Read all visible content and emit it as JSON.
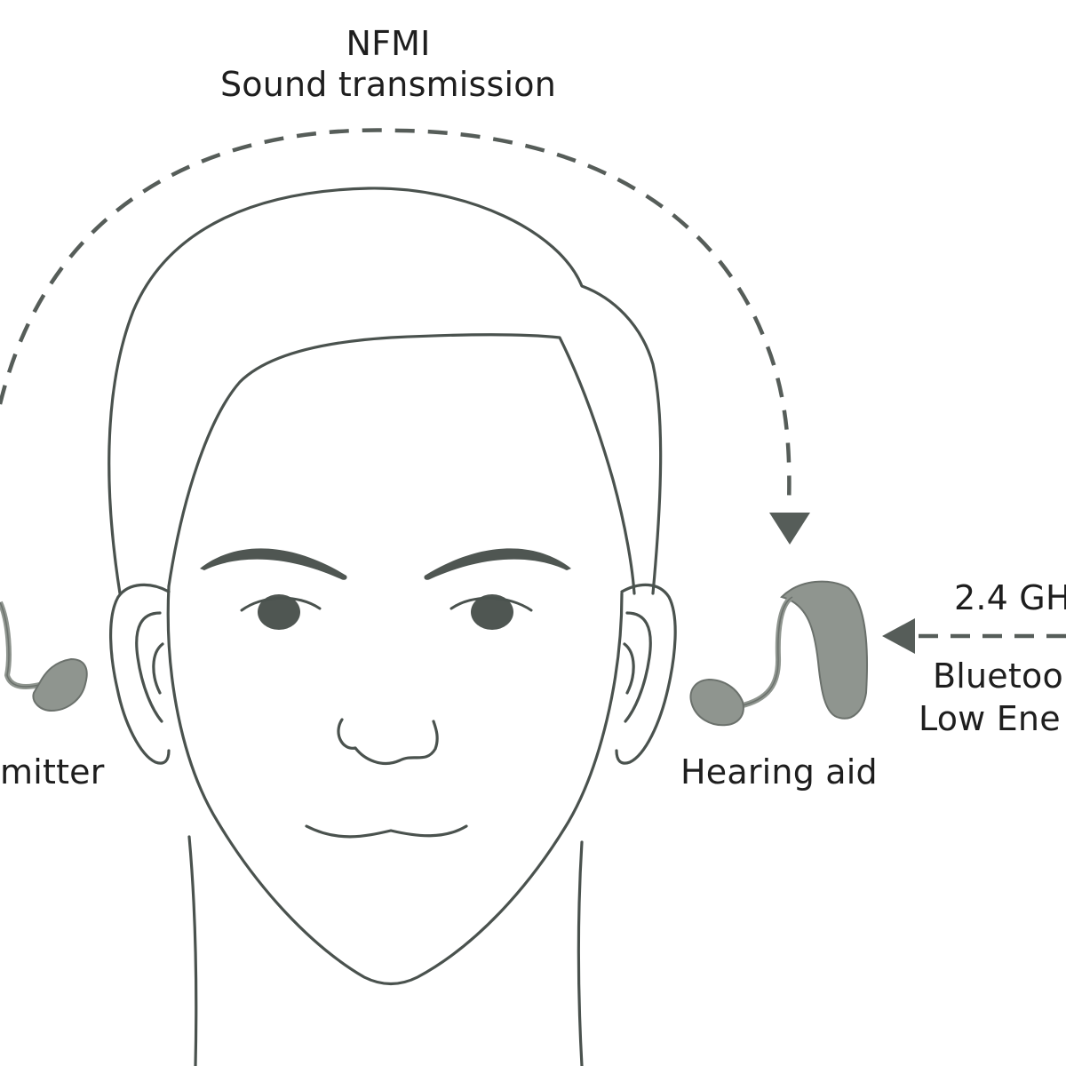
{
  "colors": {
    "line": "#4a524e",
    "arrow": "#565d59",
    "device": "#8f958f",
    "device_dark": "#6b716c",
    "feature": "#4f5652",
    "text": "#1e1e1e"
  },
  "labels": {
    "nfmi": "NFMI",
    "sound_transmission": "Sound transmission",
    "transmitter_partial": "mitter",
    "hearing_aid": "Hearing aid",
    "ghz_partial": "2.4 GH",
    "bluetooth_partial": "Bluetoo",
    "low_energy_partial": "Low Ene"
  },
  "icons": [
    "face-outline",
    "left-hearing-aid-icon",
    "right-hearing-aid-icon",
    "nfmi-arc-arrow",
    "bluetooth-arrow"
  ]
}
